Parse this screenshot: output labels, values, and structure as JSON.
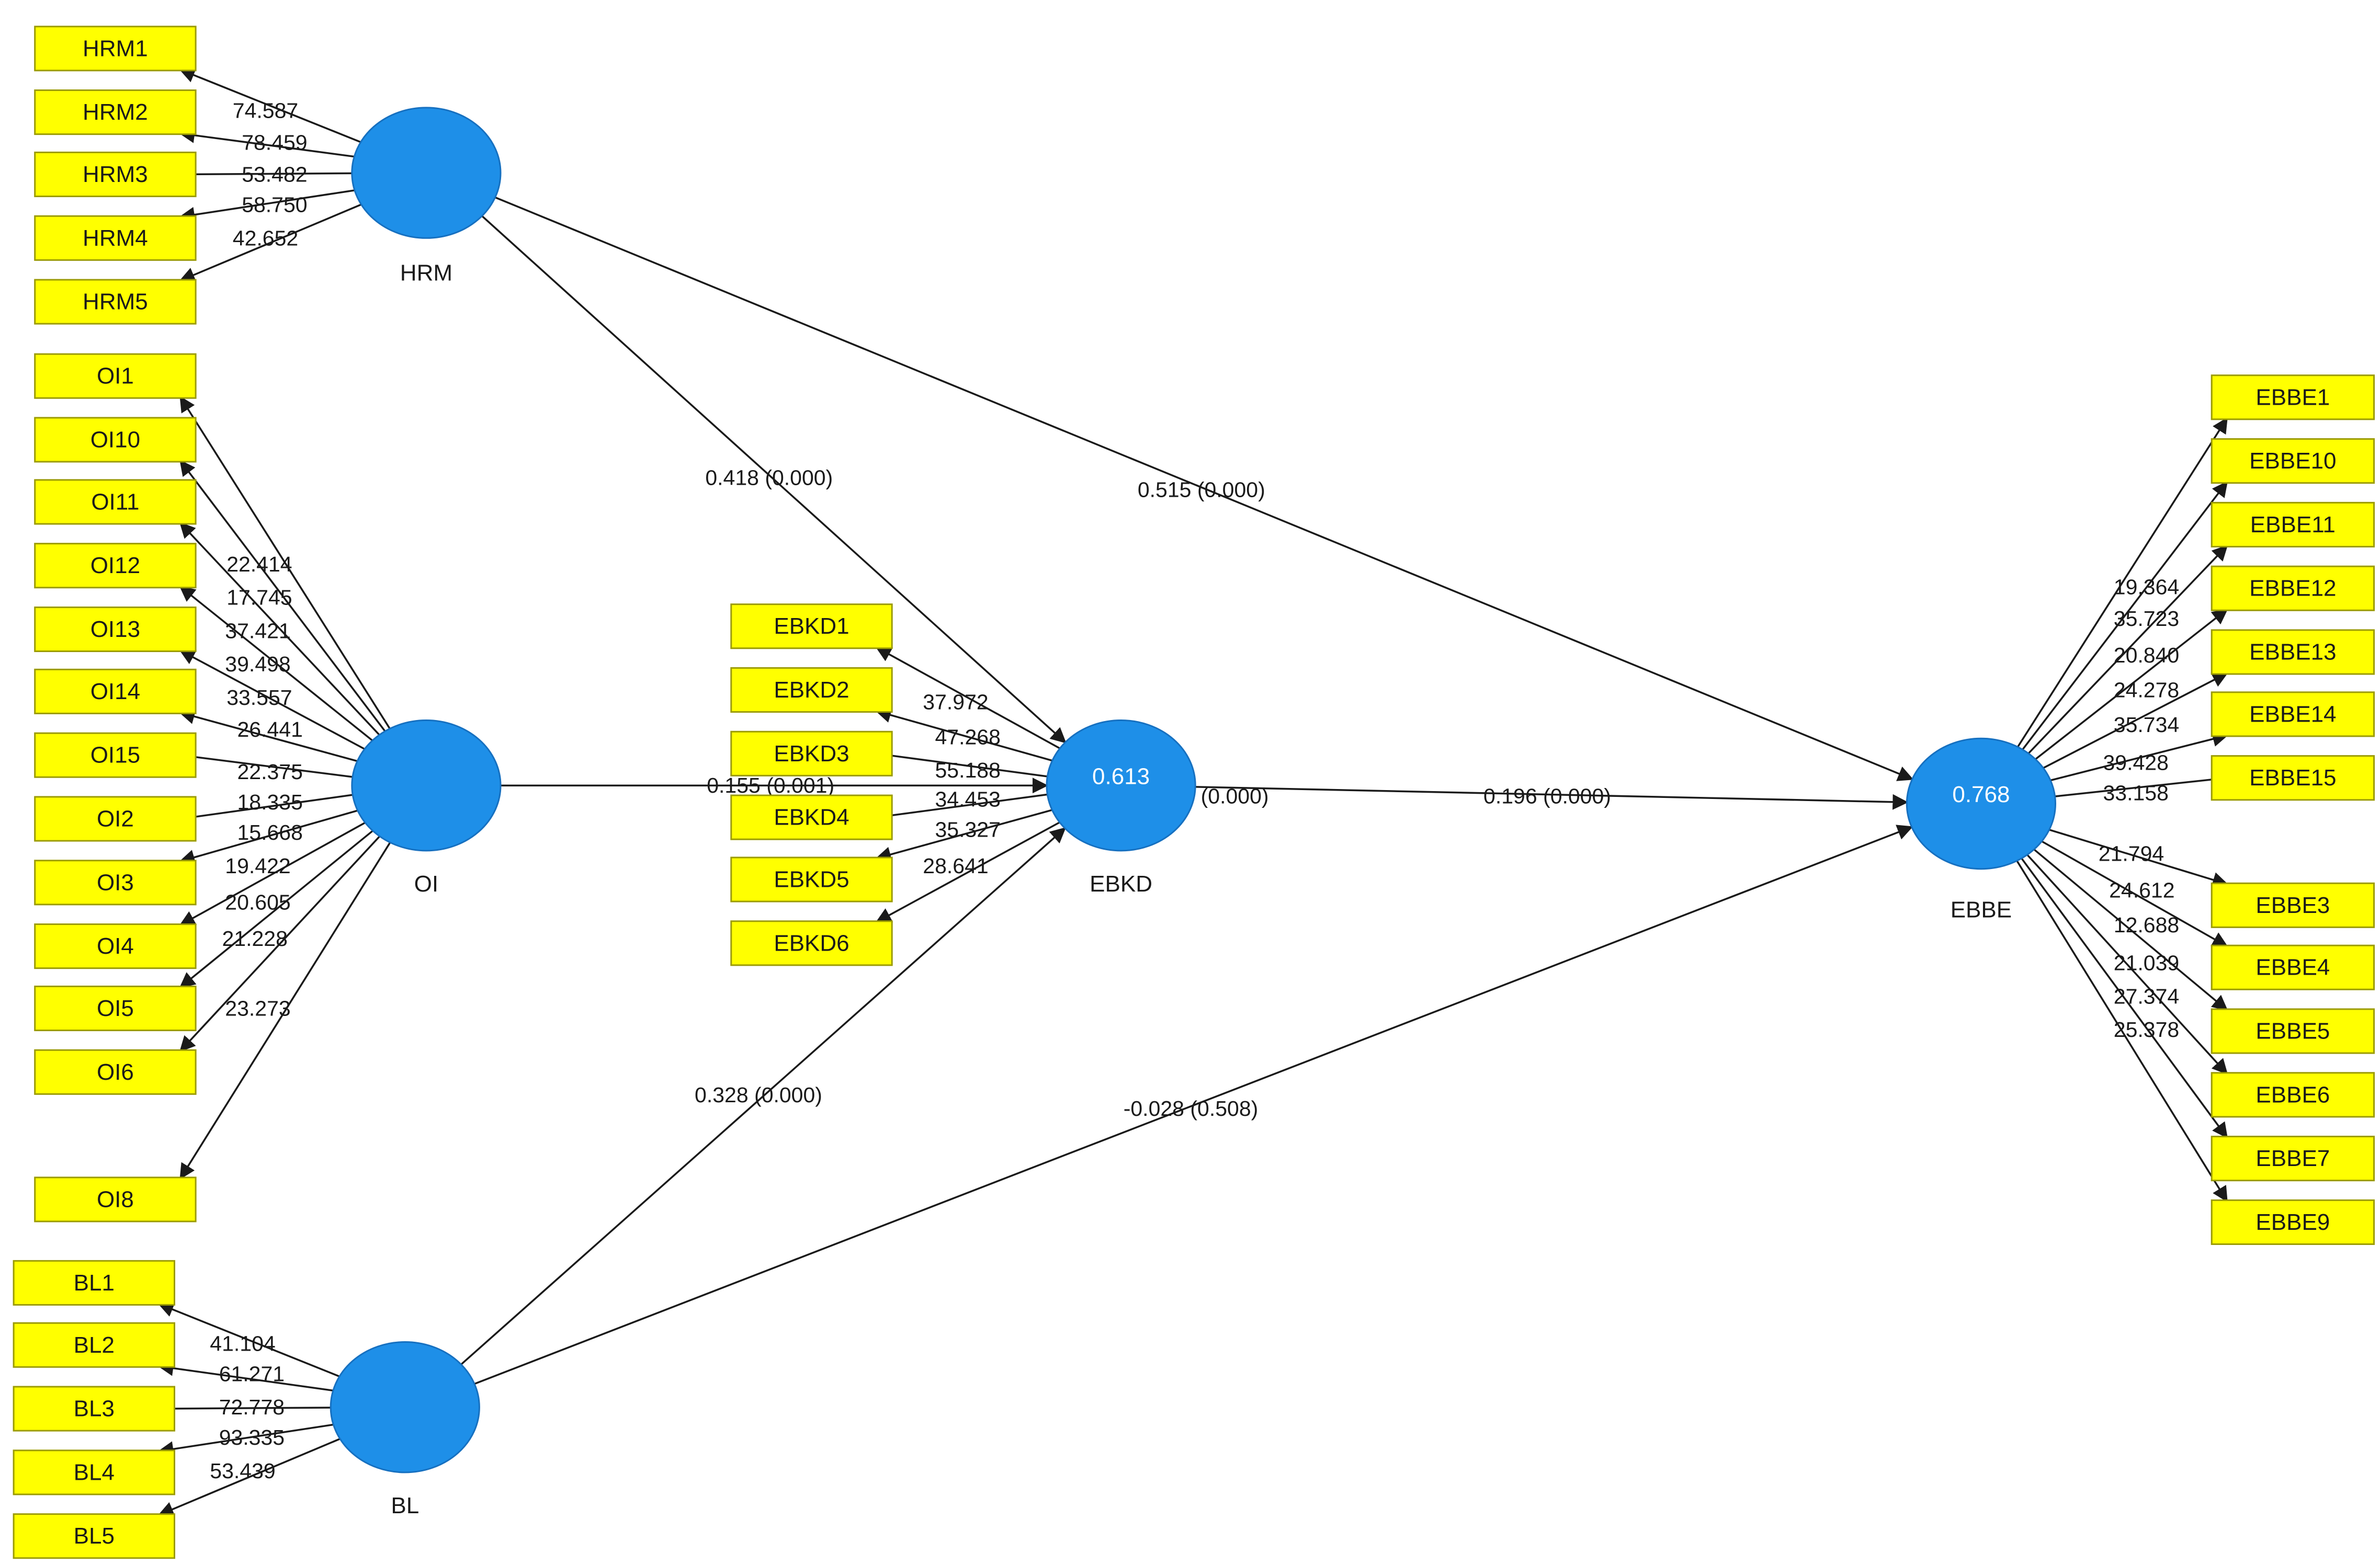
{
  "diagram": {
    "latent": [
      {
        "id": "HRM",
        "label": "HRM",
        "r2": ""
      },
      {
        "id": "OI",
        "label": "OI",
        "r2": ""
      },
      {
        "id": "BL",
        "label": "BL",
        "r2": ""
      },
      {
        "id": "EBKD",
        "label": "EBKD",
        "r2": "0.613"
      },
      {
        "id": "EBBE",
        "label": "EBBE",
        "r2": "0.768"
      }
    ],
    "indicators": {
      "HRM": [
        {
          "label": "HRM1",
          "weight": "74.587"
        },
        {
          "label": "HRM2",
          "weight": "78.459"
        },
        {
          "label": "HRM3",
          "weight": "53.482"
        },
        {
          "label": "HRM4",
          "weight": "58.750"
        },
        {
          "label": "HRM5",
          "weight": "42.652"
        }
      ],
      "OI": [
        {
          "label": "OI1",
          "weight": "22.414"
        },
        {
          "label": "OI10",
          "weight": "17.745"
        },
        {
          "label": "OI11",
          "weight": "37.421"
        },
        {
          "label": "OI12",
          "weight": "39.498"
        },
        {
          "label": "OI13",
          "weight": "33.557"
        },
        {
          "label": "OI14",
          "weight": "26.441"
        },
        {
          "label": "OI15",
          "weight": "22.375"
        },
        {
          "label": "OI2",
          "weight": "18.335"
        },
        {
          "label": "OI3",
          "weight": "15.668"
        },
        {
          "label": "OI4",
          "weight": "19.422"
        },
        {
          "label": "OI5",
          "weight": "20.605"
        },
        {
          "label": "OI6",
          "weight": "21.228"
        },
        {
          "label": "OI8",
          "weight": "23.273"
        }
      ],
      "EBKD": [
        {
          "label": "EBKD1",
          "weight": "37.972"
        },
        {
          "label": "EBKD2",
          "weight": "47.268"
        },
        {
          "label": "EBKD3",
          "weight": "55.188"
        },
        {
          "label": "EBKD4",
          "weight": "34.453"
        },
        {
          "label": "EBKD5",
          "weight": "35.327"
        },
        {
          "label": "EBKD6",
          "weight": "28.641"
        }
      ],
      "BL": [
        {
          "label": "BL1",
          "weight": "41.104"
        },
        {
          "label": "BL2",
          "weight": "61.271"
        },
        {
          "label": "BL3",
          "weight": "72.778"
        },
        {
          "label": "BL4",
          "weight": "93.335"
        },
        {
          "label": "BL5",
          "weight": "53.439"
        }
      ],
      "EBBE": [
        {
          "label": "EBBE1",
          "weight": "19.364"
        },
        {
          "label": "EBBE10",
          "weight": "35.723"
        },
        {
          "label": "EBBE11",
          "weight": "20.840"
        },
        {
          "label": "EBBE12",
          "weight": "24.278"
        },
        {
          "label": "EBBE13",
          "weight": "35.734"
        },
        {
          "label": "EBBE14",
          "weight": "39.428"
        },
        {
          "label": "EBBE15",
          "weight": "33.158"
        },
        {
          "label": "EBBE3",
          "weight": "21.794"
        },
        {
          "label": "EBBE4",
          "weight": "24.612"
        },
        {
          "label": "EBBE5",
          "weight": "12.688"
        },
        {
          "label": "EBBE6",
          "weight": "21.039"
        },
        {
          "label": "EBBE7",
          "weight": "27.374"
        },
        {
          "label": "EBBE9",
          "weight": "25.378"
        }
      ]
    },
    "paths": [
      {
        "from": "HRM",
        "to": "EBKD",
        "label": "0.418 (0.000)"
      },
      {
        "from": "HRM",
        "to": "EBBE",
        "label": "0.515 (0.000)"
      },
      {
        "from": "OI",
        "to": "EBKD",
        "label": "0.155 (0.001)"
      },
      {
        "from": "EBKD",
        "to": "EBBE",
        "label": "0.196 (0.000)"
      },
      {
        "from": "BL",
        "to": "EBKD",
        "label": "0.328 (0.000)"
      },
      {
        "from": "BL",
        "to": "EBBE",
        "label": "-0.028 (0.508)"
      }
    ],
    "extra_labels": [
      {
        "text": "(0.000)"
      }
    ],
    "colors": {
      "indicator_fill": "#ffff00",
      "latent_fill": "#1e8fe8",
      "edge": "#1a1a1a"
    }
  }
}
